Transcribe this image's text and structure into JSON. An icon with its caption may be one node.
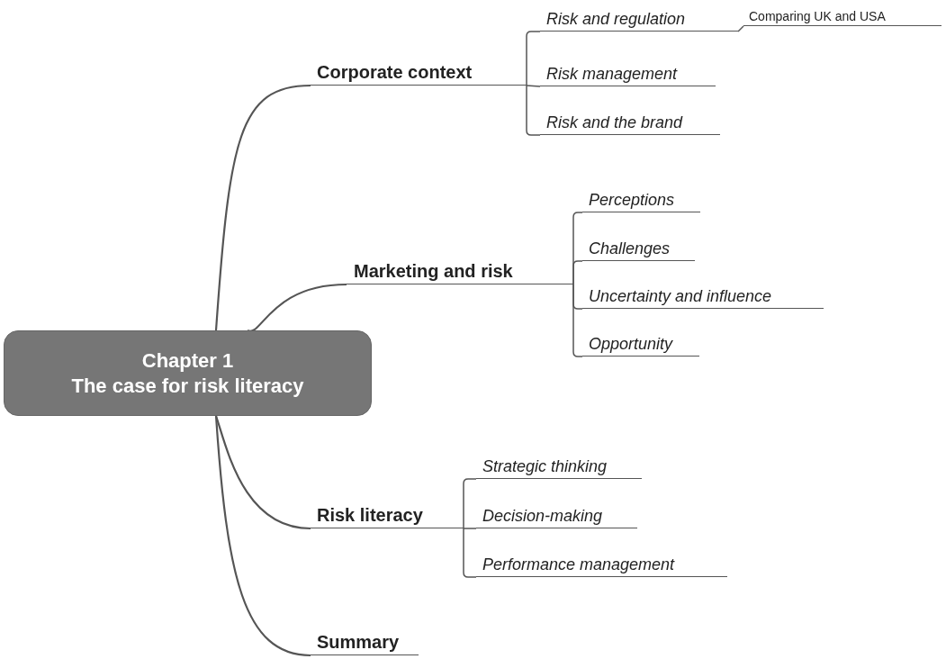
{
  "diagram": {
    "nodes": [
      {
        "text": [
          "Chapter 1",
          "The case for risk literacy"
        ]
      },
      {
        "text": [
          "Corporate context"
        ]
      },
      {
        "text": [
          "Risk and regulation"
        ]
      },
      {
        "text": [
          "Comparing UK and USA"
        ]
      },
      {
        "text": [
          "Risk management"
        ]
      },
      {
        "text": [
          "Risk and the brand"
        ]
      },
      {
        "text": [
          "Marketing and risk"
        ]
      },
      {
        "text": [
          "Perceptions"
        ]
      },
      {
        "text": [
          "Challenges"
        ]
      },
      {
        "text": [
          "Uncertainty and influence"
        ]
      },
      {
        "text": [
          "Opportunity"
        ]
      },
      {
        "text": [
          "Risk literacy"
        ]
      },
      {
        "text": [
          "Strategic thinking"
        ]
      },
      {
        "text": [
          "Decision-making"
        ]
      },
      {
        "text": [
          "Performance management"
        ]
      },
      {
        "text": [
          "Summary"
        ]
      }
    ],
    "edges": [
      {
        "from": 0,
        "to": 1,
        "arrow": "none"
      },
      {
        "from": 1,
        "to": 2,
        "arrow": "none"
      },
      {
        "from": 2,
        "to": 3,
        "arrow": "none"
      },
      {
        "from": 1,
        "to": 4,
        "arrow": "none"
      },
      {
        "from": 1,
        "to": 5,
        "arrow": "none"
      },
      {
        "from": 0,
        "to": 6,
        "arrow": "none"
      },
      {
        "from": 6,
        "to": 7,
        "arrow": "none"
      },
      {
        "from": 6,
        "to": 8,
        "arrow": "none"
      },
      {
        "from": 6,
        "to": 9,
        "arrow": "none"
      },
      {
        "from": 6,
        "to": 10,
        "arrow": "none"
      },
      {
        "from": 0,
        "to": 11,
        "arrow": "none"
      },
      {
        "from": 11,
        "to": 12,
        "arrow": "none"
      },
      {
        "from": 11,
        "to": 13,
        "arrow": "none"
      },
      {
        "from": 11,
        "to": 14,
        "arrow": "none"
      },
      {
        "from": 0,
        "to": 15,
        "arrow": "none"
      }
    ]
  }
}
